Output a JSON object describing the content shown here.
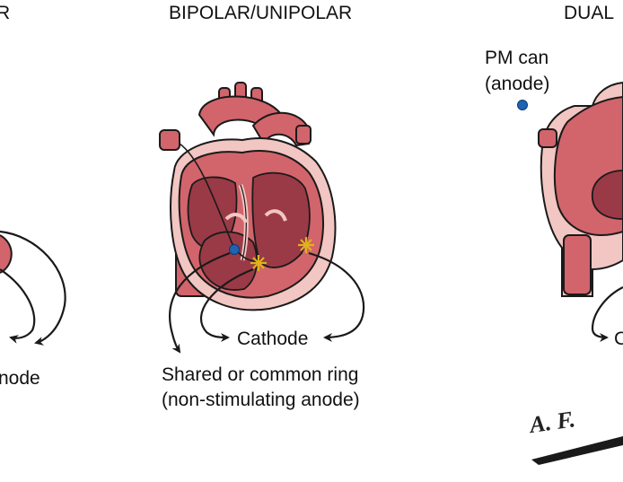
{
  "panels": {
    "left": {
      "title_fragment": "R",
      "label_fragment": "node"
    },
    "center": {
      "title": "BIPOLAR/UNIPOLAR",
      "cathode_label": "Cathode",
      "ring_label_line1": "Shared or common ring",
      "ring_label_line2": "(non-stimulating anode)"
    },
    "right": {
      "title_fragment": "DUAL",
      "can_label_line1": "PM can",
      "can_label_line2": "(anode)",
      "cathode_fragment": "C"
    }
  },
  "signature": "A. F.",
  "colors": {
    "heart_fill": "#d2646b",
    "heart_dark": "#a84950",
    "chamber_fill": "#9a3a47",
    "pericardium": "#f2c6c2",
    "outline": "#1a1a1a",
    "electrode_dot": "#1f63b3",
    "spark": "#e0b21c"
  }
}
